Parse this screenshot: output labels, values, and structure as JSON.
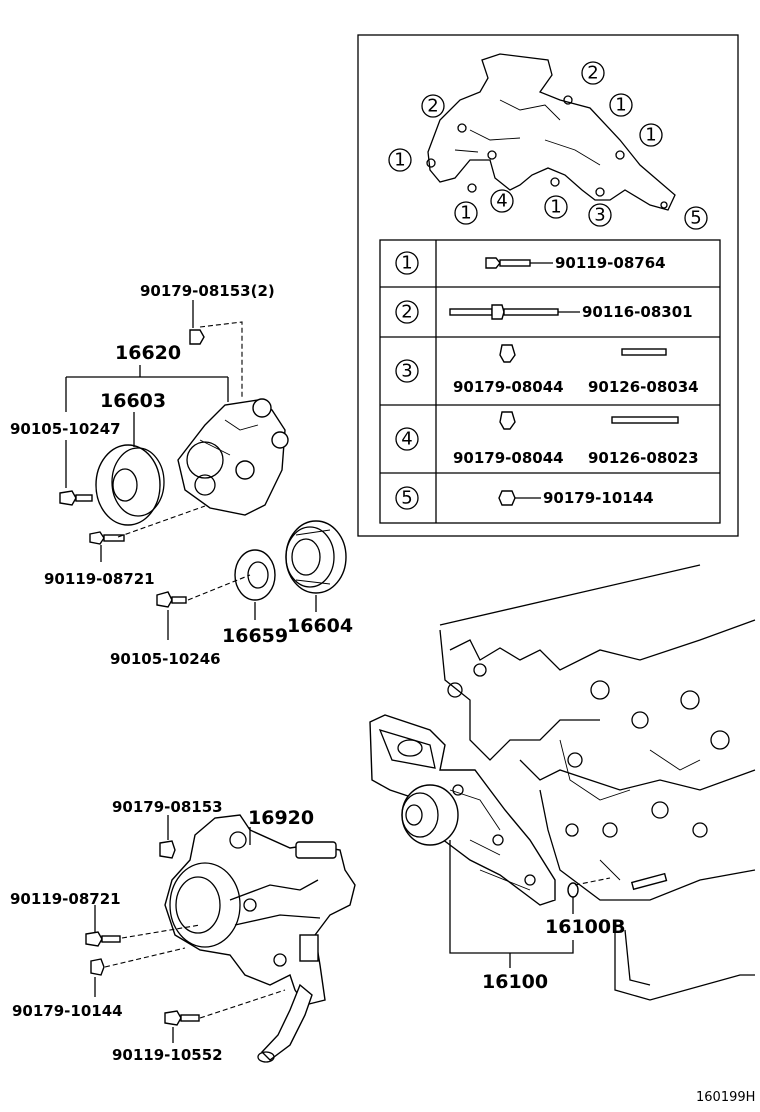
{
  "callouts": {
    "p_90179_08153_2": "90179-08153(2)",
    "p_16620": "16620",
    "p_16603": "16603",
    "p_90105_10247": "90105-10247",
    "p_90119_08721_a": "90119-08721",
    "p_90105_10246": "90105-10246",
    "p_16659": "16659",
    "p_16604": "16604",
    "p_90179_08153": "90179-08153",
    "p_16920": "16920",
    "p_90119_08721_b": "90119-08721",
    "p_90179_10144": "90179-10144",
    "p_90119_10552": "90119-10552",
    "p_16100B": "16100B",
    "p_16100": "16100"
  },
  "legend": {
    "rows": [
      {
        "num": "1",
        "parts": [
          "90119-08764"
        ]
      },
      {
        "num": "2",
        "parts": [
          "90116-08301"
        ]
      },
      {
        "num": "3",
        "parts": [
          "90179-08044",
          "90126-08034"
        ]
      },
      {
        "num": "4",
        "parts": [
          "90179-08044",
          "90126-08023"
        ]
      },
      {
        "num": "5",
        "parts": [
          "90179-10144"
        ]
      }
    ]
  },
  "manifold_markers": [
    "2",
    "2",
    "1",
    "1",
    "1",
    "1",
    "4",
    "1",
    "3",
    "5"
  ],
  "figure_ref": "160199H"
}
